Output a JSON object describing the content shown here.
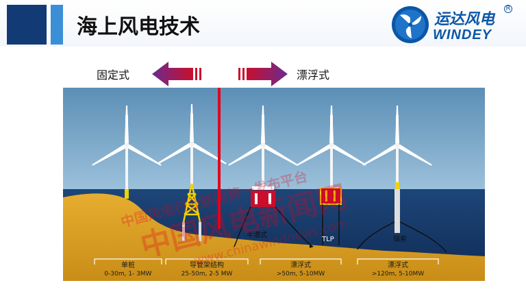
{
  "header": {
    "title": "海上风电技术",
    "brand_cn": "运达风电",
    "brand_en": "WINDEY",
    "registered": "R"
  },
  "directions": {
    "left_label": "固定式",
    "right_label": "漂浮式"
  },
  "diagram": {
    "annotations": {
      "semi_sub": "半潜式",
      "tlp": "TLP",
      "mooring": "锚索"
    },
    "categories": [
      {
        "name": "单桩",
        "range": "0-30m, 1- 3MW"
      },
      {
        "name": "导管架结构",
        "range": "25-50m, 2-5 MW"
      },
      {
        "name": "漂浮式",
        "range": ">50m, 5-10MW"
      },
      {
        "name": "漂浮式",
        "range": ">120m, 5-10MW"
      }
    ]
  },
  "watermark": {
    "line1": "中国风电行业新闻第一发布平台",
    "line2": "中国风电新闻网",
    "line3": "www.chinawindnews.com"
  },
  "colors": {
    "navy": "#123b75",
    "brand_blue": "#0b56a6",
    "sky": "#6d9ec2",
    "sea": "#173a6b",
    "seabed": "#e0a52b",
    "divider_red": "#e3001b",
    "arrow_purple": "#6b2a8f",
    "arrow_red": "#c8102e"
  }
}
